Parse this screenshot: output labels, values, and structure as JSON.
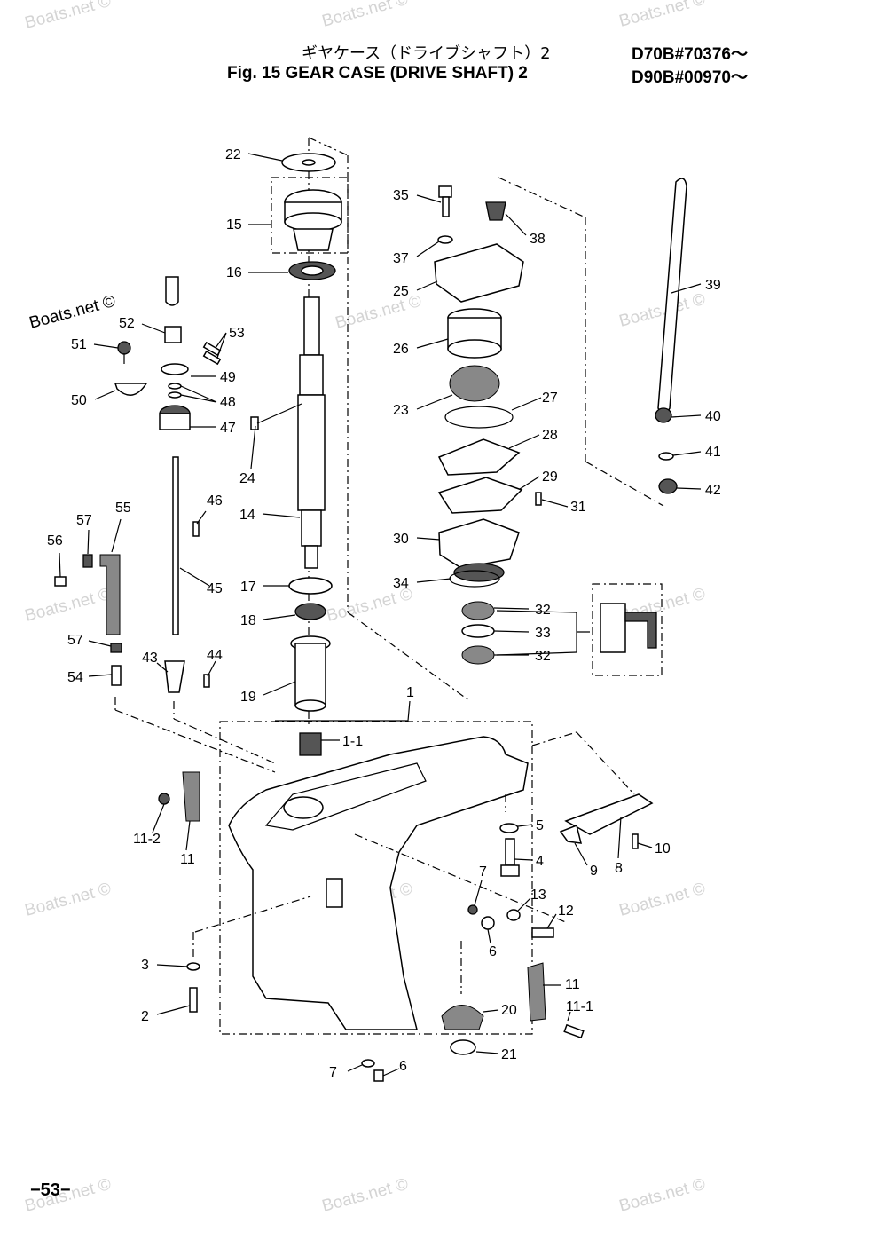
{
  "header": {
    "title_jp": "ギヤケース（ドライブシャフト）2",
    "title_en": "Fig. 15   GEAR CASE (DRIVE SHAFT)  2",
    "serial_1": "D70B#70376～",
    "serial_2": "D90B#00970～"
  },
  "page_number": "−53−",
  "watermark": "Boats.net ©",
  "labels": {
    "l22": "22",
    "l15": "15",
    "l16": "16",
    "l52": "52",
    "l53": "53",
    "l51": "51",
    "l49": "49",
    "l48": "48",
    "l50": "50",
    "l47": "47",
    "l24": "24",
    "l14": "14",
    "l46": "46",
    "l55": "55",
    "l57a": "57",
    "l56": "56",
    "l45": "45",
    "l17": "17",
    "l18": "18",
    "l57b": "57",
    "l54": "54",
    "l43": "43",
    "l44": "44",
    "l19": "19",
    "l1": "1",
    "l1_1": "1-1",
    "l35": "35",
    "l38": "38",
    "l37": "37",
    "l25": "25",
    "l39": "39",
    "l26": "26",
    "l27": "27",
    "l23": "23",
    "l28": "28",
    "l40": "40",
    "l41": "41",
    "l29": "29",
    "l42": "42",
    "l31": "31",
    "l30": "30",
    "l34": "34",
    "l32a": "32",
    "l33": "33",
    "l32b": "32",
    "l5": "5",
    "l10": "10",
    "l4": "4",
    "l9": "9",
    "l8": "8",
    "l11_2": "11-2",
    "l11a": "11",
    "l7a": "7",
    "l13": "13",
    "l12": "12",
    "l6a": "6",
    "l3": "3",
    "l11b": "11",
    "l2": "2",
    "l20": "20",
    "l11_1": "11-1",
    "l21": "21",
    "l7b": "7",
    "l6b": "6"
  }
}
